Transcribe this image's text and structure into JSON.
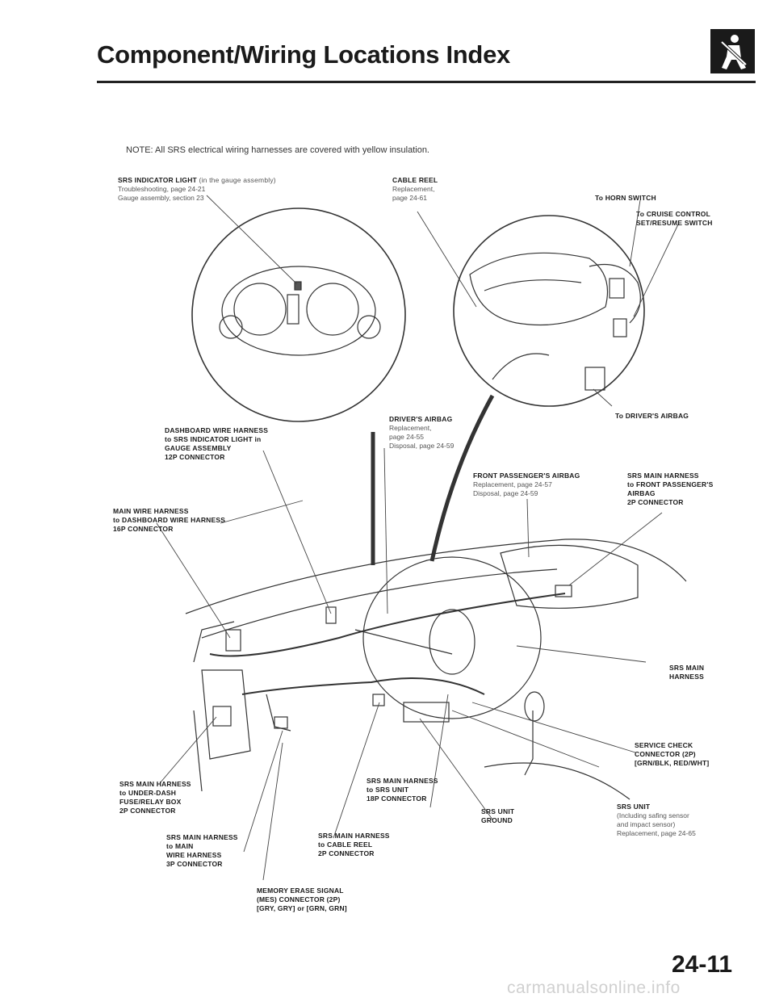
{
  "header": {
    "title": "Component/Wiring Locations Index",
    "icon": "seatbelt-person-icon"
  },
  "note": "NOTE:  All SRS electrical wiring harnesses are covered with yellow insulation.",
  "labels": {
    "srs_indicator": {
      "title": "SRS INDICATOR LIGHT",
      "title_extra": "(in the gauge assembly)",
      "lines": [
        "Troubleshooting, page 24-21",
        "Gauge assembly, section 23"
      ]
    },
    "cable_reel": {
      "title": "CABLE REEL",
      "lines": [
        "Replacement,",
        "page 24-61"
      ]
    },
    "horn_switch": {
      "title": "To HORN SWITCH"
    },
    "cruise_control": {
      "lines": [
        "To CRUISE CONTROL",
        "SET/RESUME SWITCH"
      ]
    },
    "drivers_airbag_to": {
      "title": "To DRIVER'S AIRBAG"
    },
    "dashboard_harness": {
      "lines": [
        "DASHBOARD WIRE HARNESS",
        "to SRS INDICATOR LIGHT in",
        "GAUGE ASSEMBLY",
        "12P CONNECTOR"
      ]
    },
    "drivers_airbag": {
      "title": "DRIVER'S AIRBAG",
      "lines": [
        "Replacement,",
        "page 24-55",
        "Disposal, page 24-59"
      ]
    },
    "front_passenger_airbag": {
      "title": "FRONT PASSENGER'S AIRBAG",
      "lines": [
        "Replacement, page 24-57",
        "Disposal, page 24-59"
      ]
    },
    "srs_main_front": {
      "lines": [
        "SRS MAIN HARNESS",
        "to FRONT PASSENGER'S",
        "AIRBAG",
        "2P CONNECTOR"
      ]
    },
    "main_wire": {
      "lines": [
        "MAIN WIRE HARNESS",
        "to DASHBOARD WIRE HARNESS",
        "16P CONNECTOR"
      ]
    },
    "srs_main": {
      "lines": [
        "SRS MAIN",
        "HARNESS"
      ]
    },
    "service_check": {
      "lines": [
        "SERVICE CHECK",
        "CONNECTOR (2P)",
        "[GRN/BLK, RED/WHT]"
      ]
    },
    "srs_underdash": {
      "lines": [
        "SRS MAIN HARNESS",
        "to UNDER-DASH",
        "FUSE/RELAY BOX",
        "2P CONNECTOR"
      ]
    },
    "srs_main_unit": {
      "lines": [
        "SRS MAIN HARNESS",
        "to SRS UNIT",
        "18P CONNECTOR"
      ]
    },
    "srs_unit_ground": {
      "lines": [
        "SRS UNIT",
        "GROUND"
      ]
    },
    "srs_unit": {
      "title": "SRS UNIT",
      "lines": [
        "(Including safing sensor",
        "and impact sensor)",
        "Replacement, page 24-65"
      ]
    },
    "srs_main_wire": {
      "lines": [
        "SRS MAIN HARNESS",
        "to MAIN",
        "WIRE HARNESS",
        "3P CONNECTOR"
      ]
    },
    "srs_cable_reel": {
      "lines": [
        "SRS MAIN HARNESS",
        "to CABLE REEL",
        "2P CONNECTOR"
      ]
    },
    "mes": {
      "lines": [
        "MEMORY ERASE SIGNAL",
        "(MES) CONNECTOR (2P)",
        "[GRY, GRY] or [GRN, GRN]"
      ]
    }
  },
  "page_number": "24-11",
  "watermark": "carmanualsonline.info"
}
